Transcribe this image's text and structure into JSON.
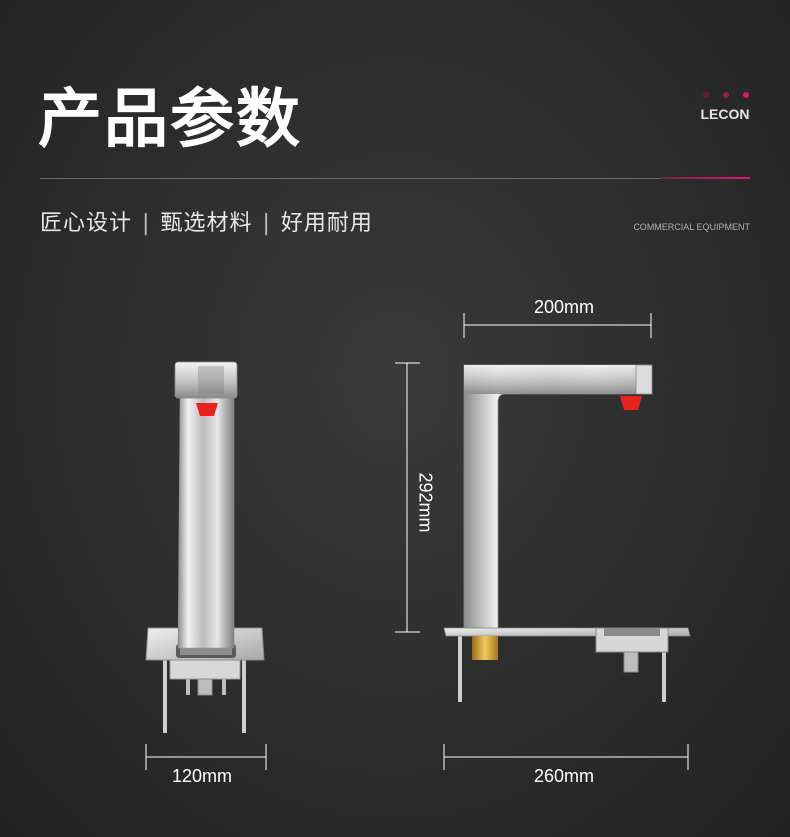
{
  "header": {
    "title": "产品参数",
    "brand": "LECON",
    "accent_color": "#e0157a"
  },
  "subtitle": {
    "items": [
      "匠心设计",
      "甄选材料",
      "好用耐用"
    ],
    "separator": "|",
    "english": "COMMERCIAL EQUIPMENT"
  },
  "dimensions": {
    "front_width": "120mm",
    "side_depth": "200mm",
    "height": "292mm",
    "base_length": "260mm"
  },
  "colors": {
    "indicator_red": "#e8221f",
    "brass": "#d4a23a"
  },
  "icons": {
    "faucet_front": "faucet-front-icon",
    "faucet_side": "faucet-side-icon"
  }
}
